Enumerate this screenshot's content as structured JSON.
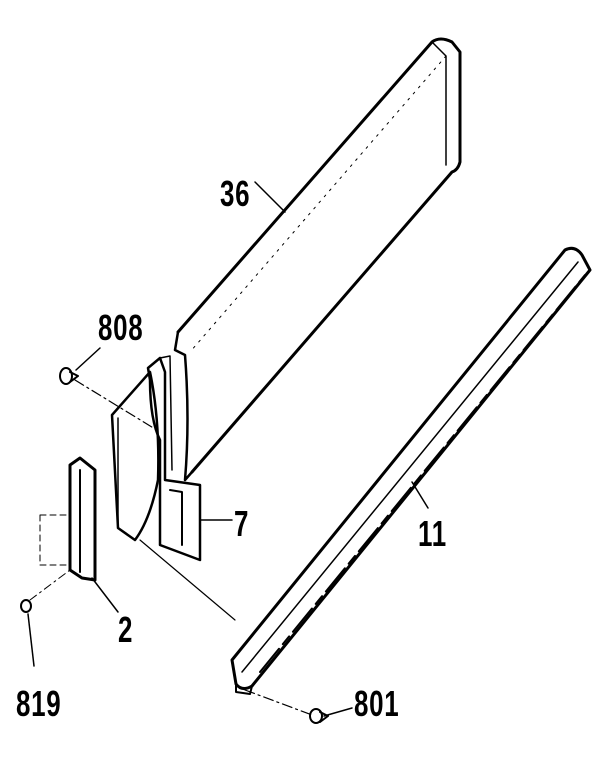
{
  "diagram": {
    "parts": [
      {
        "id": "panel",
        "label": "36"
      },
      {
        "id": "screw-top",
        "label": "808"
      },
      {
        "id": "bracket",
        "label": "7"
      },
      {
        "id": "rail",
        "label": "11"
      },
      {
        "id": "end-cap",
        "label": "2"
      },
      {
        "id": "screw-left",
        "label": "819"
      },
      {
        "id": "screw-bottom",
        "label": "801"
      }
    ]
  }
}
